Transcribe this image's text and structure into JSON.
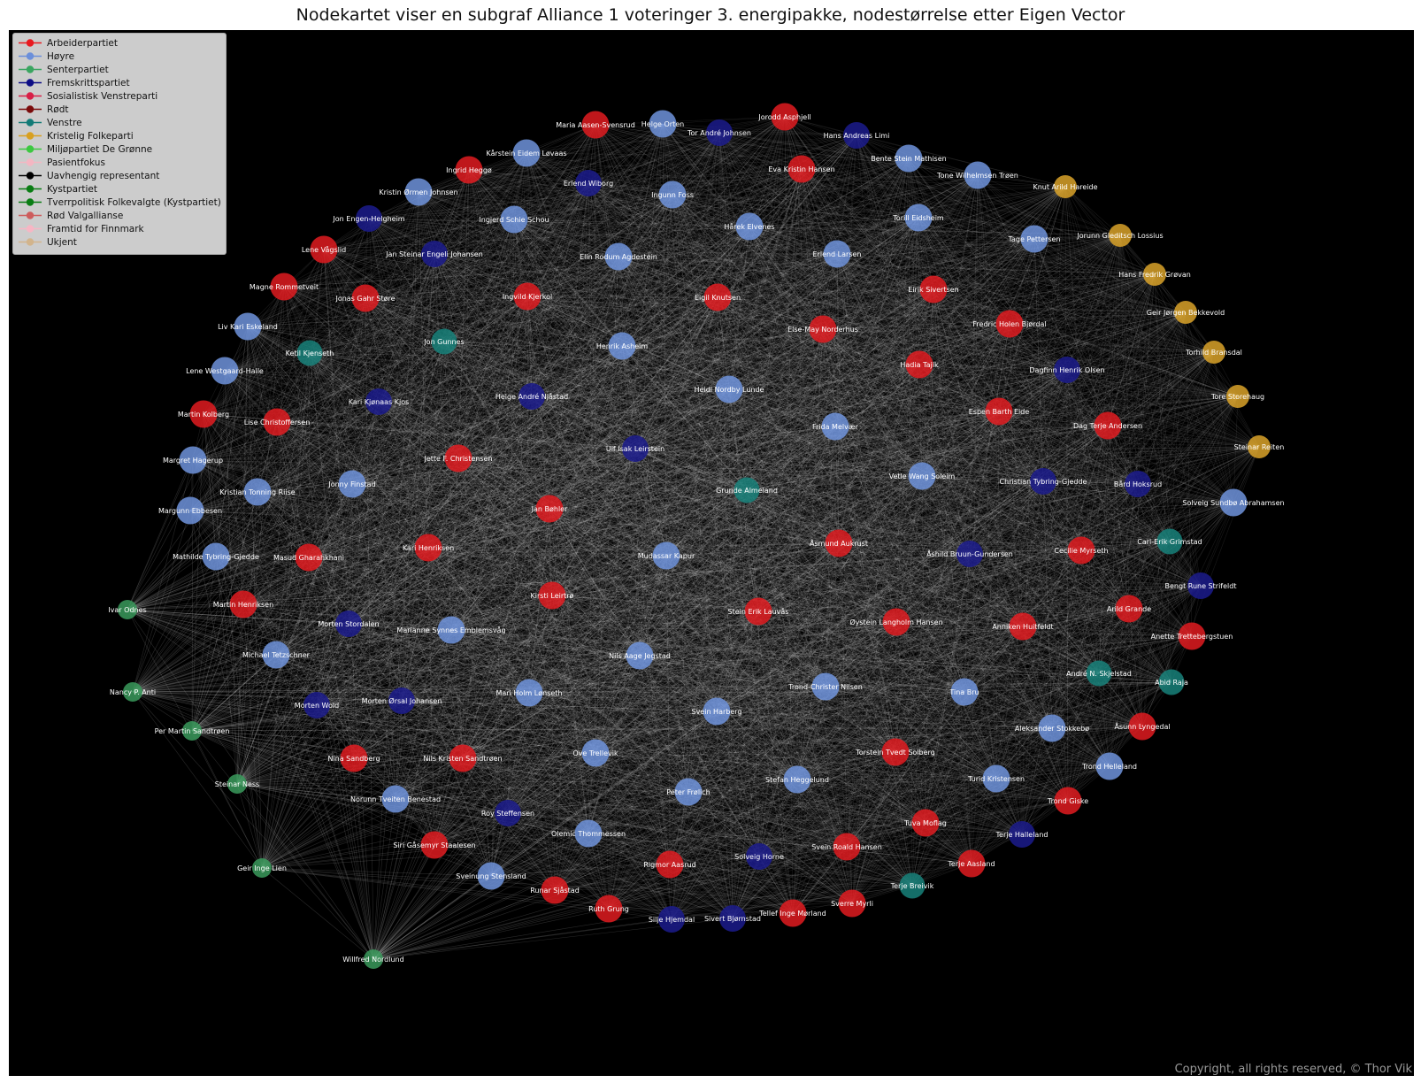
{
  "title": "Nodekartet viser en subgraf Alliance 1 voteringer 3. energipakke, nodestørrelse etter Eigen Vector",
  "copyright": "Copyright, all rights reserved, © Thor Vik",
  "legend": [
    {
      "label": "Arbeiderpartiet",
      "color": "#e8191f"
    },
    {
      "label": "Høyre",
      "color": "#6b8fda"
    },
    {
      "label": "Senterpartiet",
      "color": "#3aa560"
    },
    {
      "label": "Fremskrittspartiet",
      "color": "#0d0d85"
    },
    {
      "label": "Sosialistisk Venstreparti",
      "color": "#d81f47"
    },
    {
      "label": "Rødt",
      "color": "#7a0b0b"
    },
    {
      "label": "Venstre",
      "color": "#127a76"
    },
    {
      "label": "Kristelig Folkeparti",
      "color": "#d8a020"
    },
    {
      "label": "Miljøpartiet De Grønne",
      "color": "#3cc840"
    },
    {
      "label": "Pasientfokus",
      "color": "#f4b6c2"
    },
    {
      "label": "Uavhengig representant",
      "color": "#000000"
    },
    {
      "label": "Kystpartiet",
      "color": "#0a7d14"
    },
    {
      "label": "Tverrpolitisk Folkevalgte (Kystpartiet)",
      "color": "#0a7d14"
    },
    {
      "label": "Rød Valgallianse",
      "color": "#cd5c5c"
    },
    {
      "label": "Framtid for Finnmark",
      "color": "#f7b6c4"
    },
    {
      "label": "Ukjent",
      "color": "#d2b48c"
    }
  ],
  "party_colors": {
    "AP": "#e01b20",
    "H": "#6f93dc",
    "SP": "#3a9a5c",
    "FRP": "#1b1b8c",
    "V": "#17817a",
    "KRF": "#d9a229"
  },
  "nodes": [
    {
      "name": "Maria Aasen-Svensrud",
      "party": "AP"
    },
    {
      "name": "Helge Orten",
      "party": "H"
    },
    {
      "name": "Tor André Johnsen",
      "party": "FRP"
    },
    {
      "name": "Jorodd Asphjell",
      "party": "AP"
    },
    {
      "name": "Hans Andreas Limi",
      "party": "FRP"
    },
    {
      "name": "Kårstein Eidem Løvaas",
      "party": "H"
    },
    {
      "name": "Ingrid Heggø",
      "party": "AP"
    },
    {
      "name": "Eva Kristin Hansen",
      "party": "AP"
    },
    {
      "name": "Bente Stein Mathisen",
      "party": "H"
    },
    {
      "name": "Tone Wilhelmsen Trøen",
      "party": "H"
    },
    {
      "name": "Knut Arild Hareide",
      "party": "KRF"
    },
    {
      "name": "Kristin Ørmen Johnsen",
      "party": "H"
    },
    {
      "name": "Erlend Wiborg",
      "party": "FRP"
    },
    {
      "name": "Ingunn Foss",
      "party": "H"
    },
    {
      "name": "Jon Engen-Helgheim",
      "party": "FRP"
    },
    {
      "name": "Ingjerd Schie Schou",
      "party": "H"
    },
    {
      "name": "Hårek Elvenes",
      "party": "H"
    },
    {
      "name": "Torill Eidsheim",
      "party": "H"
    },
    {
      "name": "Jorunn Gleditsch Lossius",
      "party": "KRF"
    },
    {
      "name": "Tage Pettersen",
      "party": "H"
    },
    {
      "name": "Lene Vågslid",
      "party": "AP"
    },
    {
      "name": "Jan Steinar Engeli Johansen",
      "party": "FRP"
    },
    {
      "name": "Elin Rodum Agdestein",
      "party": "H"
    },
    {
      "name": "Erlend Larsen",
      "party": "H"
    },
    {
      "name": "Hans Fredrik Grøvan",
      "party": "KRF"
    },
    {
      "name": "Magne Rommetveit",
      "party": "AP"
    },
    {
      "name": "Jonas Gahr Støre",
      "party": "AP"
    },
    {
      "name": "Ingvild Kjerkol",
      "party": "AP"
    },
    {
      "name": "Eigil Knutsen",
      "party": "AP"
    },
    {
      "name": "Eirik Sivertsen",
      "party": "AP"
    },
    {
      "name": "Geir Jørgen Bekkevold",
      "party": "KRF"
    },
    {
      "name": "Liv Kari Eskeland",
      "party": "H"
    },
    {
      "name": "Fredric Holen Bjørdal",
      "party": "AP"
    },
    {
      "name": "Ketil Kjenseth",
      "party": "V"
    },
    {
      "name": "Jon Gunnes",
      "party": "V"
    },
    {
      "name": "Henrik Asheim",
      "party": "H"
    },
    {
      "name": "Else-May Norderhus",
      "party": "AP"
    },
    {
      "name": "Torhild Bransdal",
      "party": "KRF"
    },
    {
      "name": "Lene Westgaard-Halle",
      "party": "H"
    },
    {
      "name": "Hadia Tajik",
      "party": "AP"
    },
    {
      "name": "Dagfinn Henrik Olsen",
      "party": "FRP"
    },
    {
      "name": "Helge André Njåstad",
      "party": "FRP"
    },
    {
      "name": "Heidi Nordby Lunde",
      "party": "H"
    },
    {
      "name": "Kari Kjønaas Kjos",
      "party": "FRP"
    },
    {
      "name": "Tore Storehaug",
      "party": "KRF"
    },
    {
      "name": "Martin Kolberg",
      "party": "AP"
    },
    {
      "name": "Lise Christoffersen",
      "party": "AP"
    },
    {
      "name": "Espen Barth Eide",
      "party": "AP"
    },
    {
      "name": "Dag Terje Andersen",
      "party": "AP"
    },
    {
      "name": "Frida Melvær",
      "party": "H"
    },
    {
      "name": "Steinar Reiten",
      "party": "KRF"
    },
    {
      "name": "Ulf Isak Leirstein",
      "party": "FRP"
    },
    {
      "name": "Margret Hagerup",
      "party": "H"
    },
    {
      "name": "Jette F. Christensen",
      "party": "AP"
    },
    {
      "name": "Vetle Wang Soleim",
      "party": "H"
    },
    {
      "name": "Jonny Finstad",
      "party": "H"
    },
    {
      "name": "Kristian Tonning Riise",
      "party": "H"
    },
    {
      "name": "Christian Tybring-Gjedde",
      "party": "FRP"
    },
    {
      "name": "Bård Hoksrud",
      "party": "FRP"
    },
    {
      "name": "Grunde Almeland",
      "party": "V"
    },
    {
      "name": "Solveig Sundbø Abrahamsen",
      "party": "H"
    },
    {
      "name": "Margunn Ebbesen",
      "party": "H"
    },
    {
      "name": "Jan Bøhler",
      "party": "AP"
    },
    {
      "name": "Carl-Erik Grimstad",
      "party": "V"
    },
    {
      "name": "Kari Henriksen",
      "party": "AP"
    },
    {
      "name": "Åsmund Aukrust",
      "party": "AP"
    },
    {
      "name": "Cecilie Myrseth",
      "party": "AP"
    },
    {
      "name": "Mathilde Tybring-Gjedde",
      "party": "H"
    },
    {
      "name": "Masud Gharahkhani",
      "party": "AP"
    },
    {
      "name": "Mudassar Kapur",
      "party": "H"
    },
    {
      "name": "Åshild Bruun-Gundersen",
      "party": "FRP"
    },
    {
      "name": "Bengt Rune Strifeldt",
      "party": "FRP"
    },
    {
      "name": "Kirsti Leirtrø",
      "party": "AP"
    },
    {
      "name": "Ivar Odnes",
      "party": "SP"
    },
    {
      "name": "Martin Henriksen",
      "party": "AP"
    },
    {
      "name": "Arild Grande",
      "party": "AP"
    },
    {
      "name": "Stein Erik Lauvås",
      "party": "AP"
    },
    {
      "name": "Øystein Langholm Hansen",
      "party": "AP"
    },
    {
      "name": "Anniken Huitfeldt",
      "party": "AP"
    },
    {
      "name": "Anette Trettebergstuen",
      "party": "AP"
    },
    {
      "name": "Morten Stordalen",
      "party": "FRP"
    },
    {
      "name": "Marianne Synnes Emblemsvåg",
      "party": "H"
    },
    {
      "name": "Michael Tetzschner",
      "party": "H"
    },
    {
      "name": "Nils Aage Jegstad",
      "party": "H"
    },
    {
      "name": "André N. Skjelstad",
      "party": "V"
    },
    {
      "name": "Abid Raja",
      "party": "V"
    },
    {
      "name": "Nancy P. Anti",
      "party": "SP"
    },
    {
      "name": "Tina Bru",
      "party": "H"
    },
    {
      "name": "Trond-Christer Nilsen",
      "party": "H"
    },
    {
      "name": "Mari Holm Lønseth",
      "party": "H"
    },
    {
      "name": "Morten Wold",
      "party": "FRP"
    },
    {
      "name": "Morten Ørsal Johansen",
      "party": "FRP"
    },
    {
      "name": "Svein Harberg",
      "party": "H"
    },
    {
      "name": "Åsunn Lyngedal",
      "party": "AP"
    },
    {
      "name": "Aleksander Stokkebø",
      "party": "H"
    },
    {
      "name": "Per Martin Sandtrøen",
      "party": "SP"
    },
    {
      "name": "Ove Trellevik",
      "party": "H"
    },
    {
      "name": "Torstein Tvedt Solberg",
      "party": "AP"
    },
    {
      "name": "Nina Sandberg",
      "party": "AP"
    },
    {
      "name": "Nils Kristen Sandtrøen",
      "party": "AP"
    },
    {
      "name": "Trond Helleland",
      "party": "H"
    },
    {
      "name": "Turid Kristensen",
      "party": "H"
    },
    {
      "name": "Steinar Ness",
      "party": "SP"
    },
    {
      "name": "Stefan Heggelund",
      "party": "H"
    },
    {
      "name": "Peter Frølich",
      "party": "H"
    },
    {
      "name": "Norunn Tveiten Benestad",
      "party": "H"
    },
    {
      "name": "Trond Giske",
      "party": "AP"
    },
    {
      "name": "Roy Steffensen",
      "party": "FRP"
    },
    {
      "name": "Tuva Moflag",
      "party": "AP"
    },
    {
      "name": "Terje Halleland",
      "party": "FRP"
    },
    {
      "name": "Olemic Thommessen",
      "party": "H"
    },
    {
      "name": "Siri Gåsemyr Staalesen",
      "party": "AP"
    },
    {
      "name": "Svein Roald Hansen",
      "party": "AP"
    },
    {
      "name": "Terje Aasland",
      "party": "AP"
    },
    {
      "name": "Solveig Horne",
      "party": "FRP"
    },
    {
      "name": "Rigmor Aasrud",
      "party": "AP"
    },
    {
      "name": "Geir Inge Lien",
      "party": "SP"
    },
    {
      "name": "Sveinung Stensland",
      "party": "H"
    },
    {
      "name": "Terje Breivik",
      "party": "V"
    },
    {
      "name": "Runar Sjåstad",
      "party": "AP"
    },
    {
      "name": "Sverre Myrli",
      "party": "AP"
    },
    {
      "name": "Ruth Grung",
      "party": "AP"
    },
    {
      "name": "Tellef Inge Mørland",
      "party": "AP"
    },
    {
      "name": "Silje Hjemdal",
      "party": "FRP"
    },
    {
      "name": "Sivert Bjørnstad",
      "party": "FRP"
    },
    {
      "name": "Willfred Nordlund",
      "party": "SP"
    }
  ]
}
